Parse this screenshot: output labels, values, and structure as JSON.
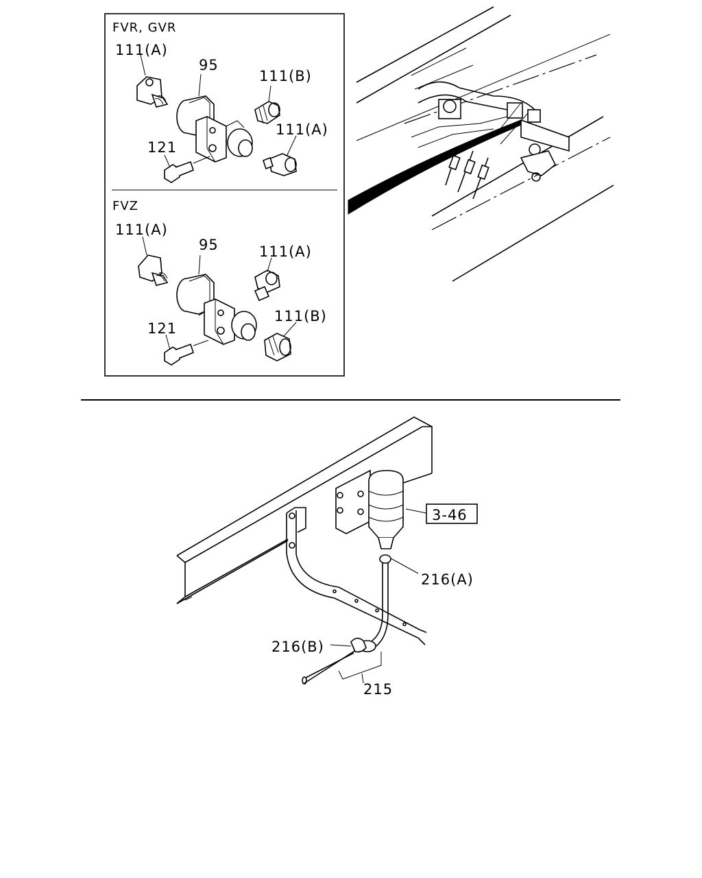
{
  "inset": {
    "top_variant_label": "FVR, GVR",
    "bottom_variant_label": "FVZ",
    "top_labels": {
      "p111a_left": "111(A)",
      "p95": "95",
      "p111b": "111(B)",
      "p111a_right": "111(A)",
      "p121": "121"
    },
    "bottom_labels": {
      "p111a_left": "111(A)",
      "p95": "95",
      "p111a_right": "111(A)",
      "p111b": "111(B)",
      "p121": "121"
    }
  },
  "lower": {
    "ref_box": "3-46",
    "p216a": "216(A)",
    "p216b": "216(B)",
    "p215": "215"
  }
}
